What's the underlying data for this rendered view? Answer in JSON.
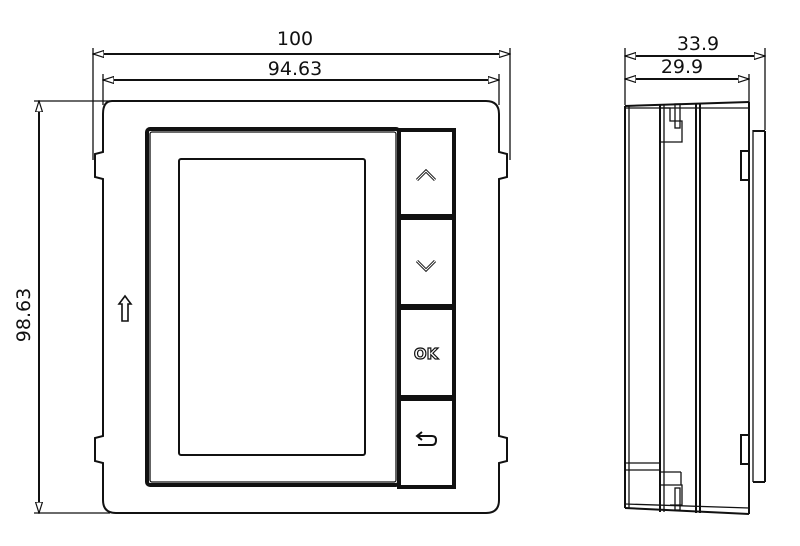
{
  "front_view": {
    "dimensions": {
      "overall_width": "100",
      "inner_width": "94.63",
      "height": "98.63"
    },
    "buttons": [
      {
        "name": "up",
        "icon": "chevron-up-icon",
        "glyph": "^"
      },
      {
        "name": "down",
        "icon": "chevron-down-icon",
        "glyph": "v"
      },
      {
        "name": "ok",
        "icon": "ok-icon",
        "label": "OK"
      },
      {
        "name": "back",
        "icon": "back-arrow-icon",
        "glyph": "↩"
      }
    ],
    "orientation_mark": {
      "icon": "up-arrow-outline-icon"
    }
  },
  "side_view": {
    "dimensions": {
      "overall_depth": "33.9",
      "body_depth": "29.9"
    }
  },
  "colors": {
    "line": "#111111",
    "background": "#ffffff"
  }
}
